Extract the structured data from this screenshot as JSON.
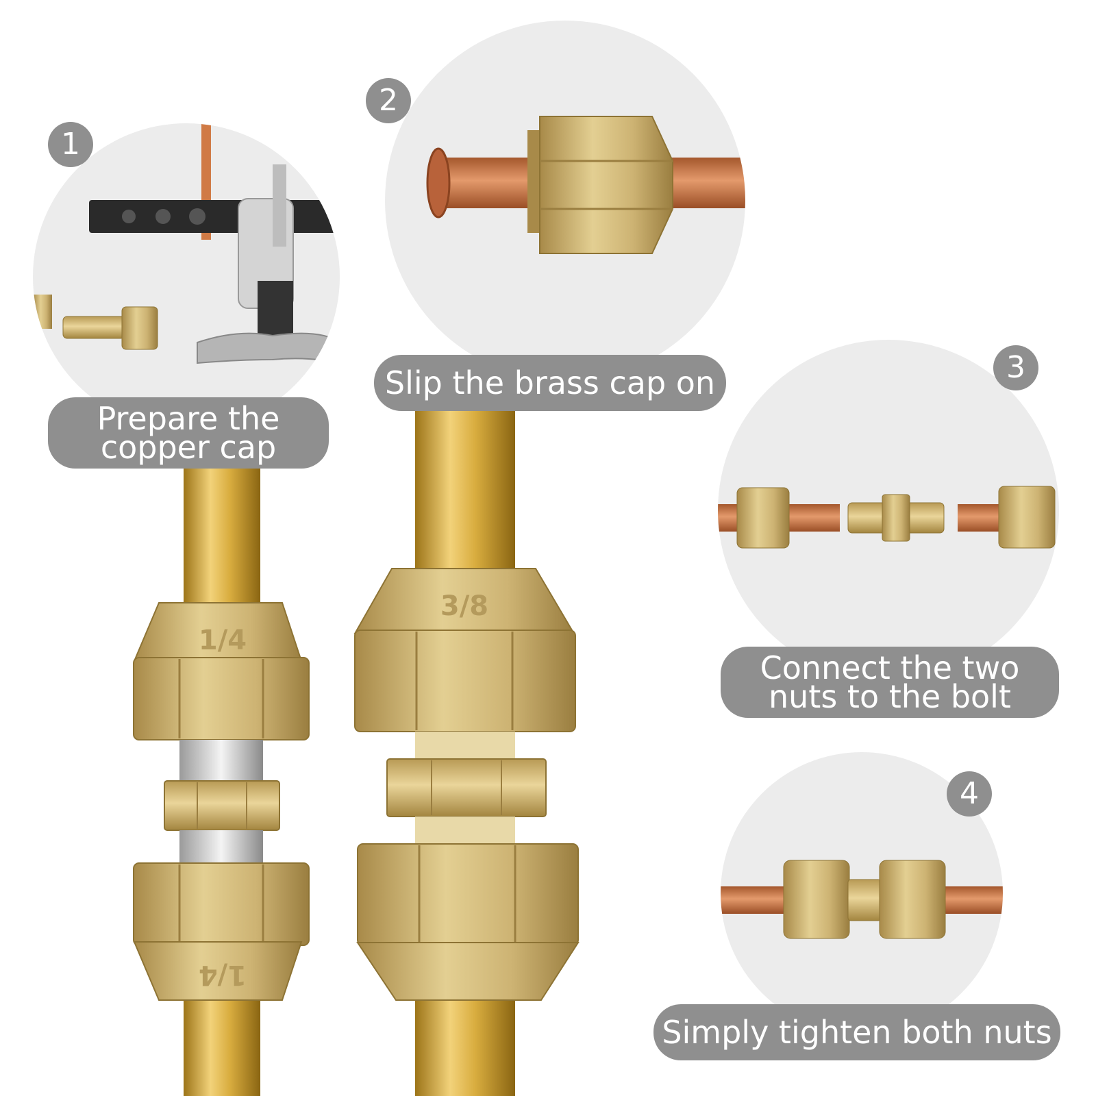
{
  "steps": [
    {
      "number": "1",
      "caption_lines": [
        "Prepare the",
        "copper cap"
      ]
    },
    {
      "number": "2",
      "caption_lines": [
        "Slip the brass cap on"
      ]
    },
    {
      "number": "3",
      "caption_lines": [
        "Connect the two",
        "nuts to the bolt"
      ]
    },
    {
      "number": "4",
      "caption_lines": [
        "Simply tighten both nuts"
      ]
    }
  ],
  "fittings": [
    {
      "size_top": "1/4",
      "size_bottom": "1/4"
    },
    {
      "size_top": "3/8"
    }
  ],
  "colors": {
    "circle_bg": "#ececec",
    "badge_gray": "#8f8f8f",
    "brass": "#c9b06a",
    "brass_dark": "#a88c45",
    "copper": "#c8784b",
    "tube_gold": "#d4a93a"
  },
  "icons": [
    "flaring-tool-icon",
    "copper-tube-icon",
    "brass-nut-icon",
    "union-fitting-icon"
  ]
}
